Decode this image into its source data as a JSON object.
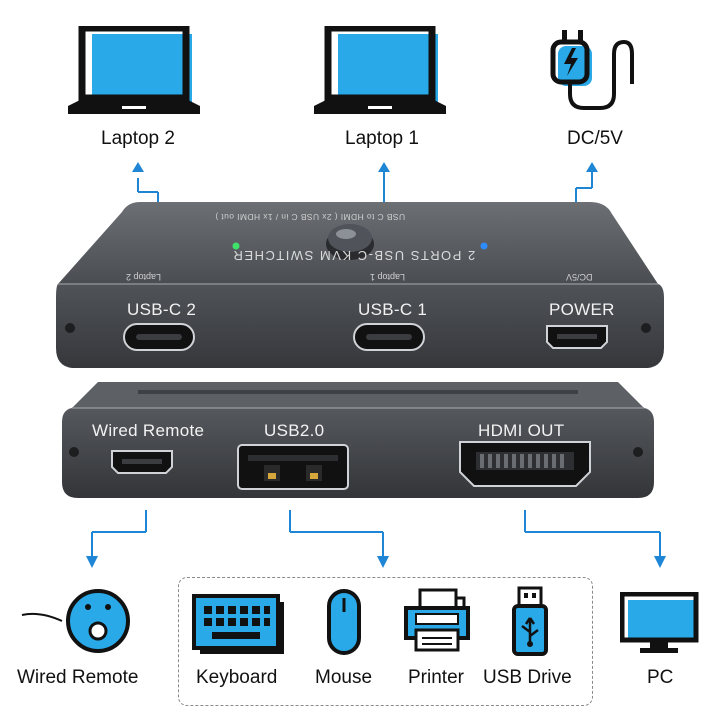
{
  "top_devices": {
    "laptop2": "Laptop 2",
    "laptop1": "Laptop 1",
    "power": "DC/5V"
  },
  "switcher": {
    "title": "2 PORTS USB-C KVM SWITCHER",
    "subtitle": "USB C to HDMI ( 2x USB C in / 1x HDMI out )",
    "mark_laptop2": "Laptop 2",
    "mark_laptop1": "Laptop 1",
    "mark_dc": "DC/5V",
    "ports": {
      "usbc2": "USB-C 2",
      "usbc1": "USB-C 1",
      "power": "POWER"
    },
    "bottom_ports": {
      "remote": "Wired Remote",
      "usb": "USB2.0",
      "hdmi": "HDMI OUT"
    }
  },
  "bottom_devices": {
    "remote": "Wired Remote",
    "keyboard": "Keyboard",
    "mouse": "Mouse",
    "printer": "Printer",
    "usb_drive": "USB Drive",
    "pc": "PC"
  },
  "colors": {
    "accent_blue": "#29a9e8",
    "arrow_blue": "#1f86d6",
    "device_dark": "#3c3e42",
    "led_green": "#3ee26b",
    "led_blue": "#2f8cff"
  }
}
